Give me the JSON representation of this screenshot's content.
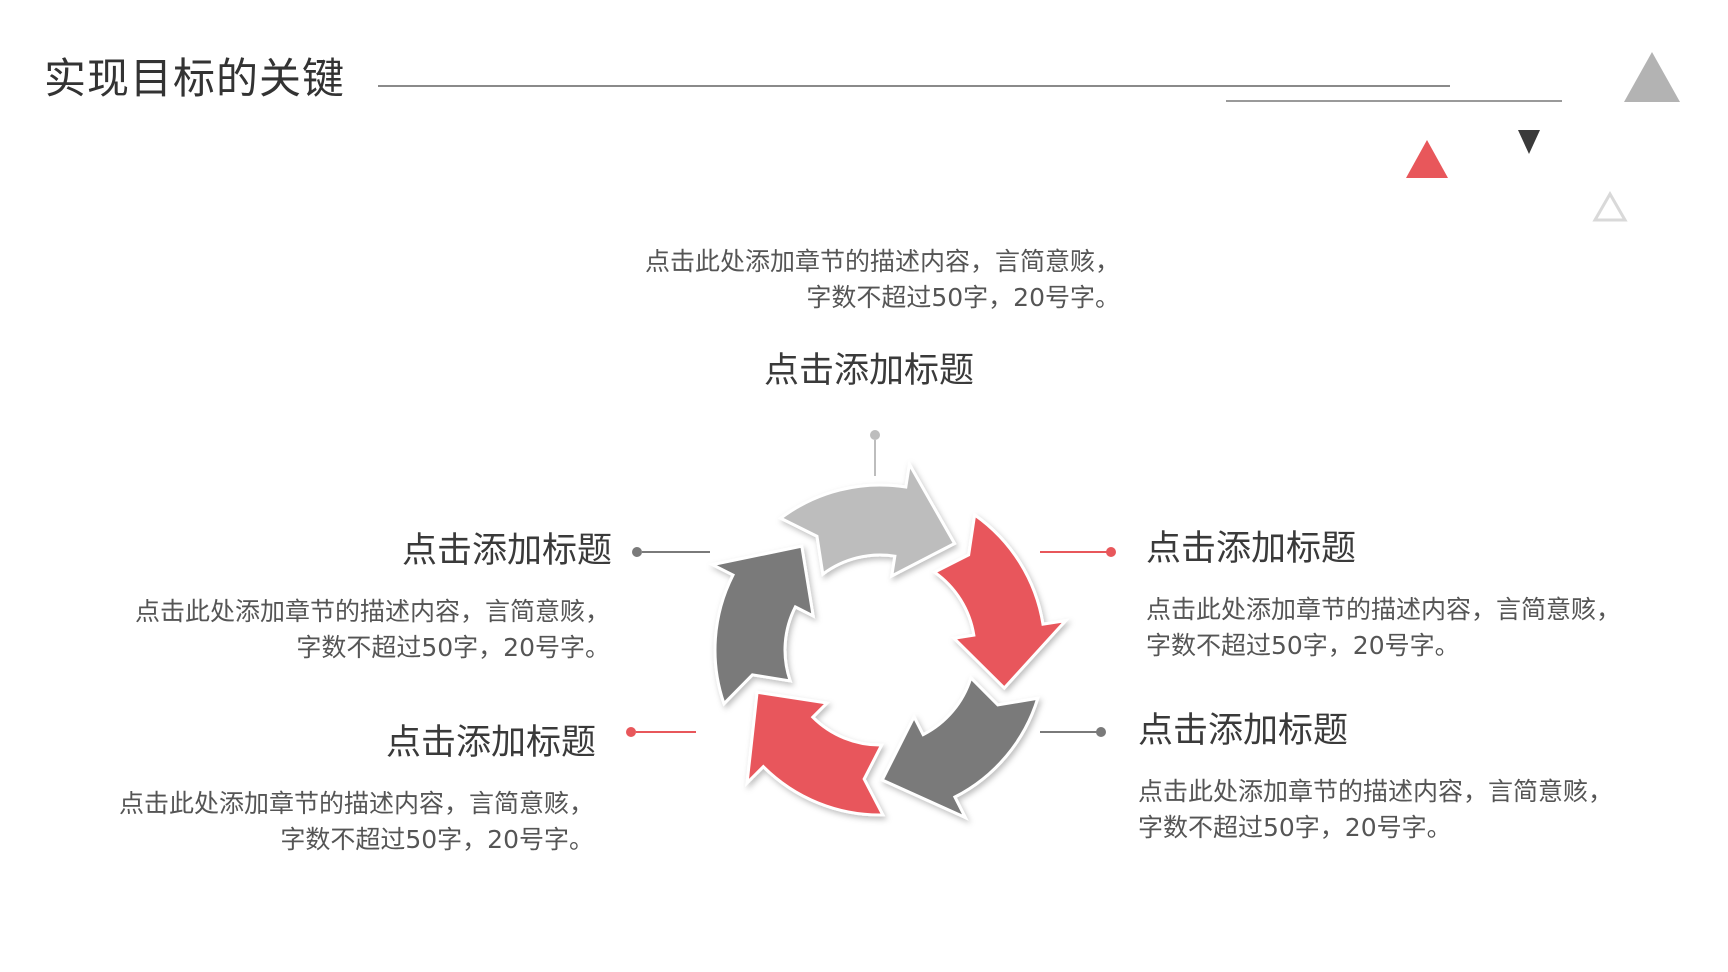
{
  "page": {
    "title": "实现目标的关键"
  },
  "colors": {
    "accent_red": "#e8575b",
    "dark_gray": "#7a7a7a",
    "light_gray": "#bdbdbd",
    "text": "#3a3a3a"
  },
  "items": [
    {
      "id": "top",
      "title": "点击添加标题",
      "desc_line1": "点击此处添加章节的描述内容，言简意赅，",
      "desc_line2": "字数不超过50字，20号字。",
      "marker_color": "#bdbdbd"
    },
    {
      "id": "upper-left",
      "title": "点击添加标题",
      "desc_line1": "点击此处添加章节的描述内容，言简意赅，",
      "desc_line2": "字数不超过50字，20号字。",
      "marker_color": "#7a7a7a"
    },
    {
      "id": "upper-right",
      "title": "点击添加标题",
      "desc_line1": "点击此处添加章节的描述内容，言简意赅，",
      "desc_line2": "字数不超过50字，20号字。",
      "marker_color": "#e8575b"
    },
    {
      "id": "lower-left",
      "title": "点击添加标题",
      "desc_line1": "点击此处添加章节的描述内容，言简意赅，",
      "desc_line2": "字数不超过50字，20号字。",
      "marker_color": "#e8575b"
    },
    {
      "id": "lower-right",
      "title": "点击添加标题",
      "desc_line1": "点击此处添加章节的描述内容，言简意赅，",
      "desc_line2": "字数不超过50字，20号字。",
      "marker_color": "#7a7a7a"
    }
  ],
  "cycle_segments": [
    {
      "name": "cycle-arrow-top",
      "color": "#bdbdbd"
    },
    {
      "name": "cycle-arrow-right",
      "color": "#e8575b"
    },
    {
      "name": "cycle-arrow-bottom",
      "color": "#7a7a7a"
    },
    {
      "name": "cycle-arrow-lower-left",
      "color": "#e8575b"
    },
    {
      "name": "cycle-arrow-upper-left",
      "color": "#7a7a7a"
    }
  ]
}
